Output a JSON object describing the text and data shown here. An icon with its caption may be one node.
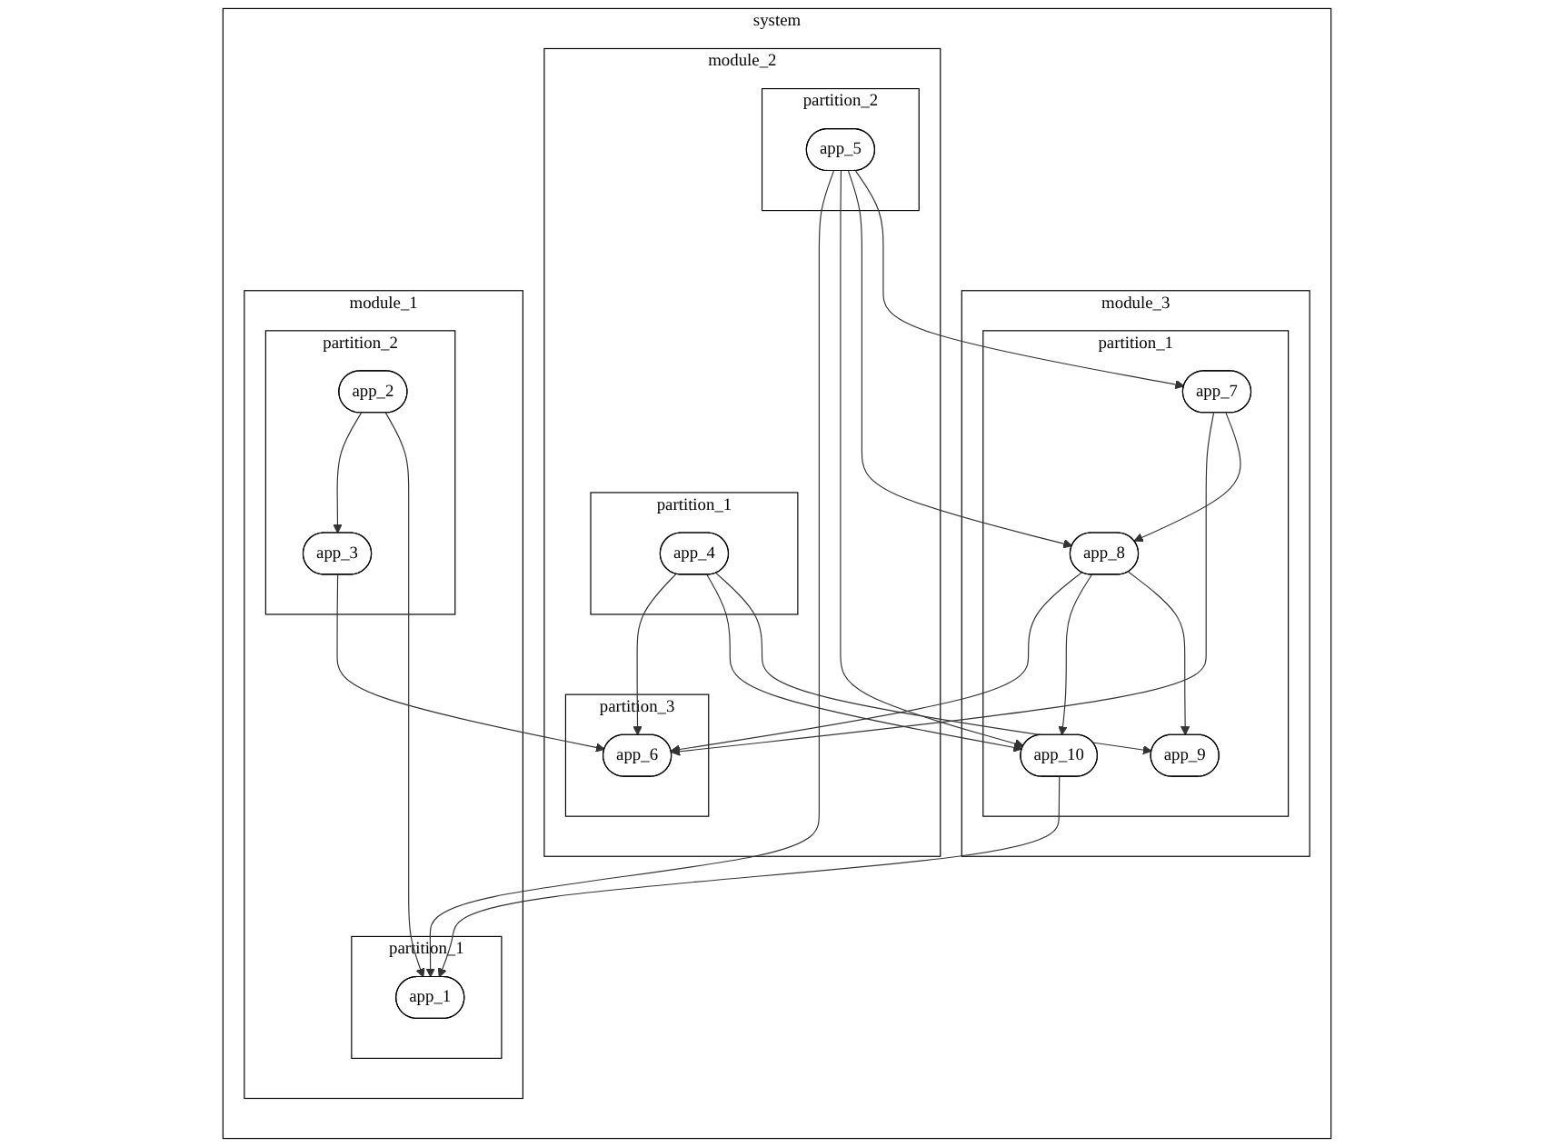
{
  "diagram": {
    "nodes": [
      {
        "text": [
          "system"
        ]
      },
      {
        "text": [
          "module_3"
        ],
        "in": 0
      },
      {
        "text": [
          "partition_1"
        ],
        "in": 1
      },
      {
        "text": [
          "app_7"
        ],
        "in": 2
      },
      {
        "text": [
          "module_2"
        ],
        "in": 0
      },
      {
        "text": [
          "module_1"
        ],
        "in": 0
      },
      {
        "text": [
          "partition_1"
        ],
        "in": 4
      },
      {
        "text": [
          "partition_2"
        ],
        "in": 4
      },
      {
        "text": [
          "partition_2"
        ],
        "in": 5
      },
      {
        "text": [
          "app_8"
        ],
        "in": 2
      },
      {
        "text": [
          "app_4"
        ],
        "in": 6
      },
      {
        "text": [
          "app_5"
        ],
        "in": 7
      },
      {
        "text": [
          "app_2"
        ],
        "in": 8
      },
      {
        "text": [
          "partition_3"
        ],
        "in": 4
      },
      {
        "text": [
          "partition_1"
        ],
        "in": 5
      },
      {
        "text": [
          "app_9"
        ],
        "in": 2
      },
      {
        "text": [
          "app_10"
        ],
        "in": 2
      },
      {
        "text": [
          "app_6"
        ],
        "in": 13
      },
      {
        "text": [
          "app_1"
        ],
        "in": 14
      },
      {
        "text": [
          "app_3"
        ],
        "in": 8
      }
    ],
    "edges": [
      {
        "from": 3,
        "to": 9,
        "arrow": "to"
      },
      {
        "from": 3,
        "to": 17,
        "arrow": "to"
      },
      {
        "from": 11,
        "to": 3,
        "arrow": "to"
      },
      {
        "from": 11,
        "to": 9,
        "arrow": "to"
      },
      {
        "from": 9,
        "to": 15,
        "arrow": "to"
      },
      {
        "from": 9,
        "to": 16,
        "arrow": "to"
      },
      {
        "from": 9,
        "to": 17,
        "arrow": "to"
      },
      {
        "from": 10,
        "to": 15,
        "arrow": "to"
      },
      {
        "from": 10,
        "to": 16,
        "arrow": "to"
      },
      {
        "from": 10,
        "to": 17,
        "arrow": "to"
      },
      {
        "from": 11,
        "to": 16,
        "arrow": "to"
      },
      {
        "from": 11,
        "to": 18,
        "arrow": "to"
      },
      {
        "from": 12,
        "to": 18,
        "arrow": "to"
      },
      {
        "from": 12,
        "to": 19,
        "arrow": "to"
      },
      {
        "from": 16,
        "to": 18,
        "arrow": "to"
      },
      {
        "from": 19,
        "to": 17,
        "arrow": "to"
      }
    ]
  }
}
